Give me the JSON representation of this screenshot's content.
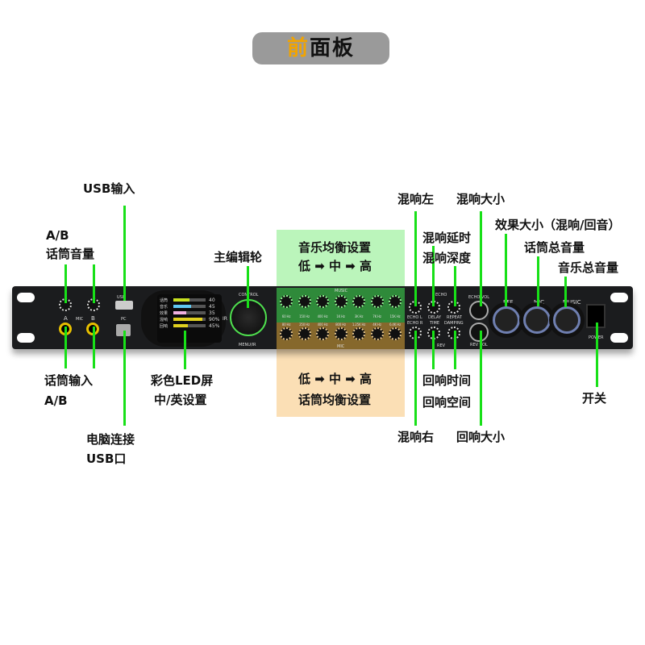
{
  "title": {
    "highlight": "前",
    "rest": "面板"
  },
  "labels": {
    "usb_in": "USB输入",
    "ab_top": "A/B",
    "mic_vol": "话筒音量",
    "main_wheel": "主编辑轮",
    "music_eq": "音乐均衡设置",
    "low_mid_high": "低 ➡ 中 ➡ 高",
    "reverb_left": "混响左",
    "reverb_size": "混响大小",
    "reverb_delay": "混响延时",
    "reverb_depth": "混响深度",
    "effect_size": "效果大小（混响/回音）",
    "mic_master": "话筒总音量",
    "music_master": "音乐总音量",
    "mic_input": "话筒输入",
    "ab_bottom": "A/B",
    "led_screen": "彩色LED屏",
    "cn_en": "中/英设置",
    "pc_conn": "电脑连接",
    "usb_port": "USB口",
    "low_mid_high2": "低 ➡ 中 ➡ 高",
    "mic_eq": "话筒均衡设置",
    "echo_time": "回响时间",
    "echo_space": "回响空间",
    "reverb_right": "混响右",
    "echo_size": "回响大小",
    "power": "开关"
  },
  "panel": {
    "usb": "USB",
    "pc": "PC",
    "mic": "MIC",
    "a": "A",
    "b": "B",
    "control": "CONTROL",
    "menu": "MENU/IR",
    "ir": "IR",
    "music": "MUSIC",
    "mic_eq": "MIC",
    "echo": "ECHO",
    "rev": "REV",
    "echo_l": "ECHO L",
    "echo_r": "ECHO R",
    "delay": "DELAY",
    "time": "TIME",
    "repeat": "REPEAT",
    "damping": "DAMPING",
    "echo_vol": "ECHO VOL",
    "rev_vol": "REV VOL",
    "eff": "EFF",
    "mic_knob": "MIC",
    "music_knob": "MUSIC",
    "power": "POWER",
    "music_freqs": [
      "60 Hz",
      "150 Hz",
      "400 Hz",
      "1K Hz",
      "3K Hz",
      "7K Hz",
      "15K Hz"
    ],
    "mic_freqs": [
      "80 Hz",
      "250 Hz",
      "400 Hz",
      "800 Hz",
      "1.25K Hz",
      "4K Hz",
      "6.4K Hz"
    ],
    "screen": [
      {
        "name": "话筒",
        "value": "40",
        "fill": 0.5,
        "color": "#c8e020"
      },
      {
        "name": "音乐",
        "value": "45",
        "fill": 0.55,
        "color": "#60c8f0"
      },
      {
        "name": "效果",
        "value": "35",
        "fill": 0.4,
        "color": "#f0b0e0"
      },
      {
        "name": "混响",
        "value": "90%",
        "fill": 0.9,
        "color": "#e0d020"
      },
      {
        "name": "回响",
        "value": "45%",
        "fill": 0.45,
        "color": "#e0d020"
      }
    ]
  }
}
